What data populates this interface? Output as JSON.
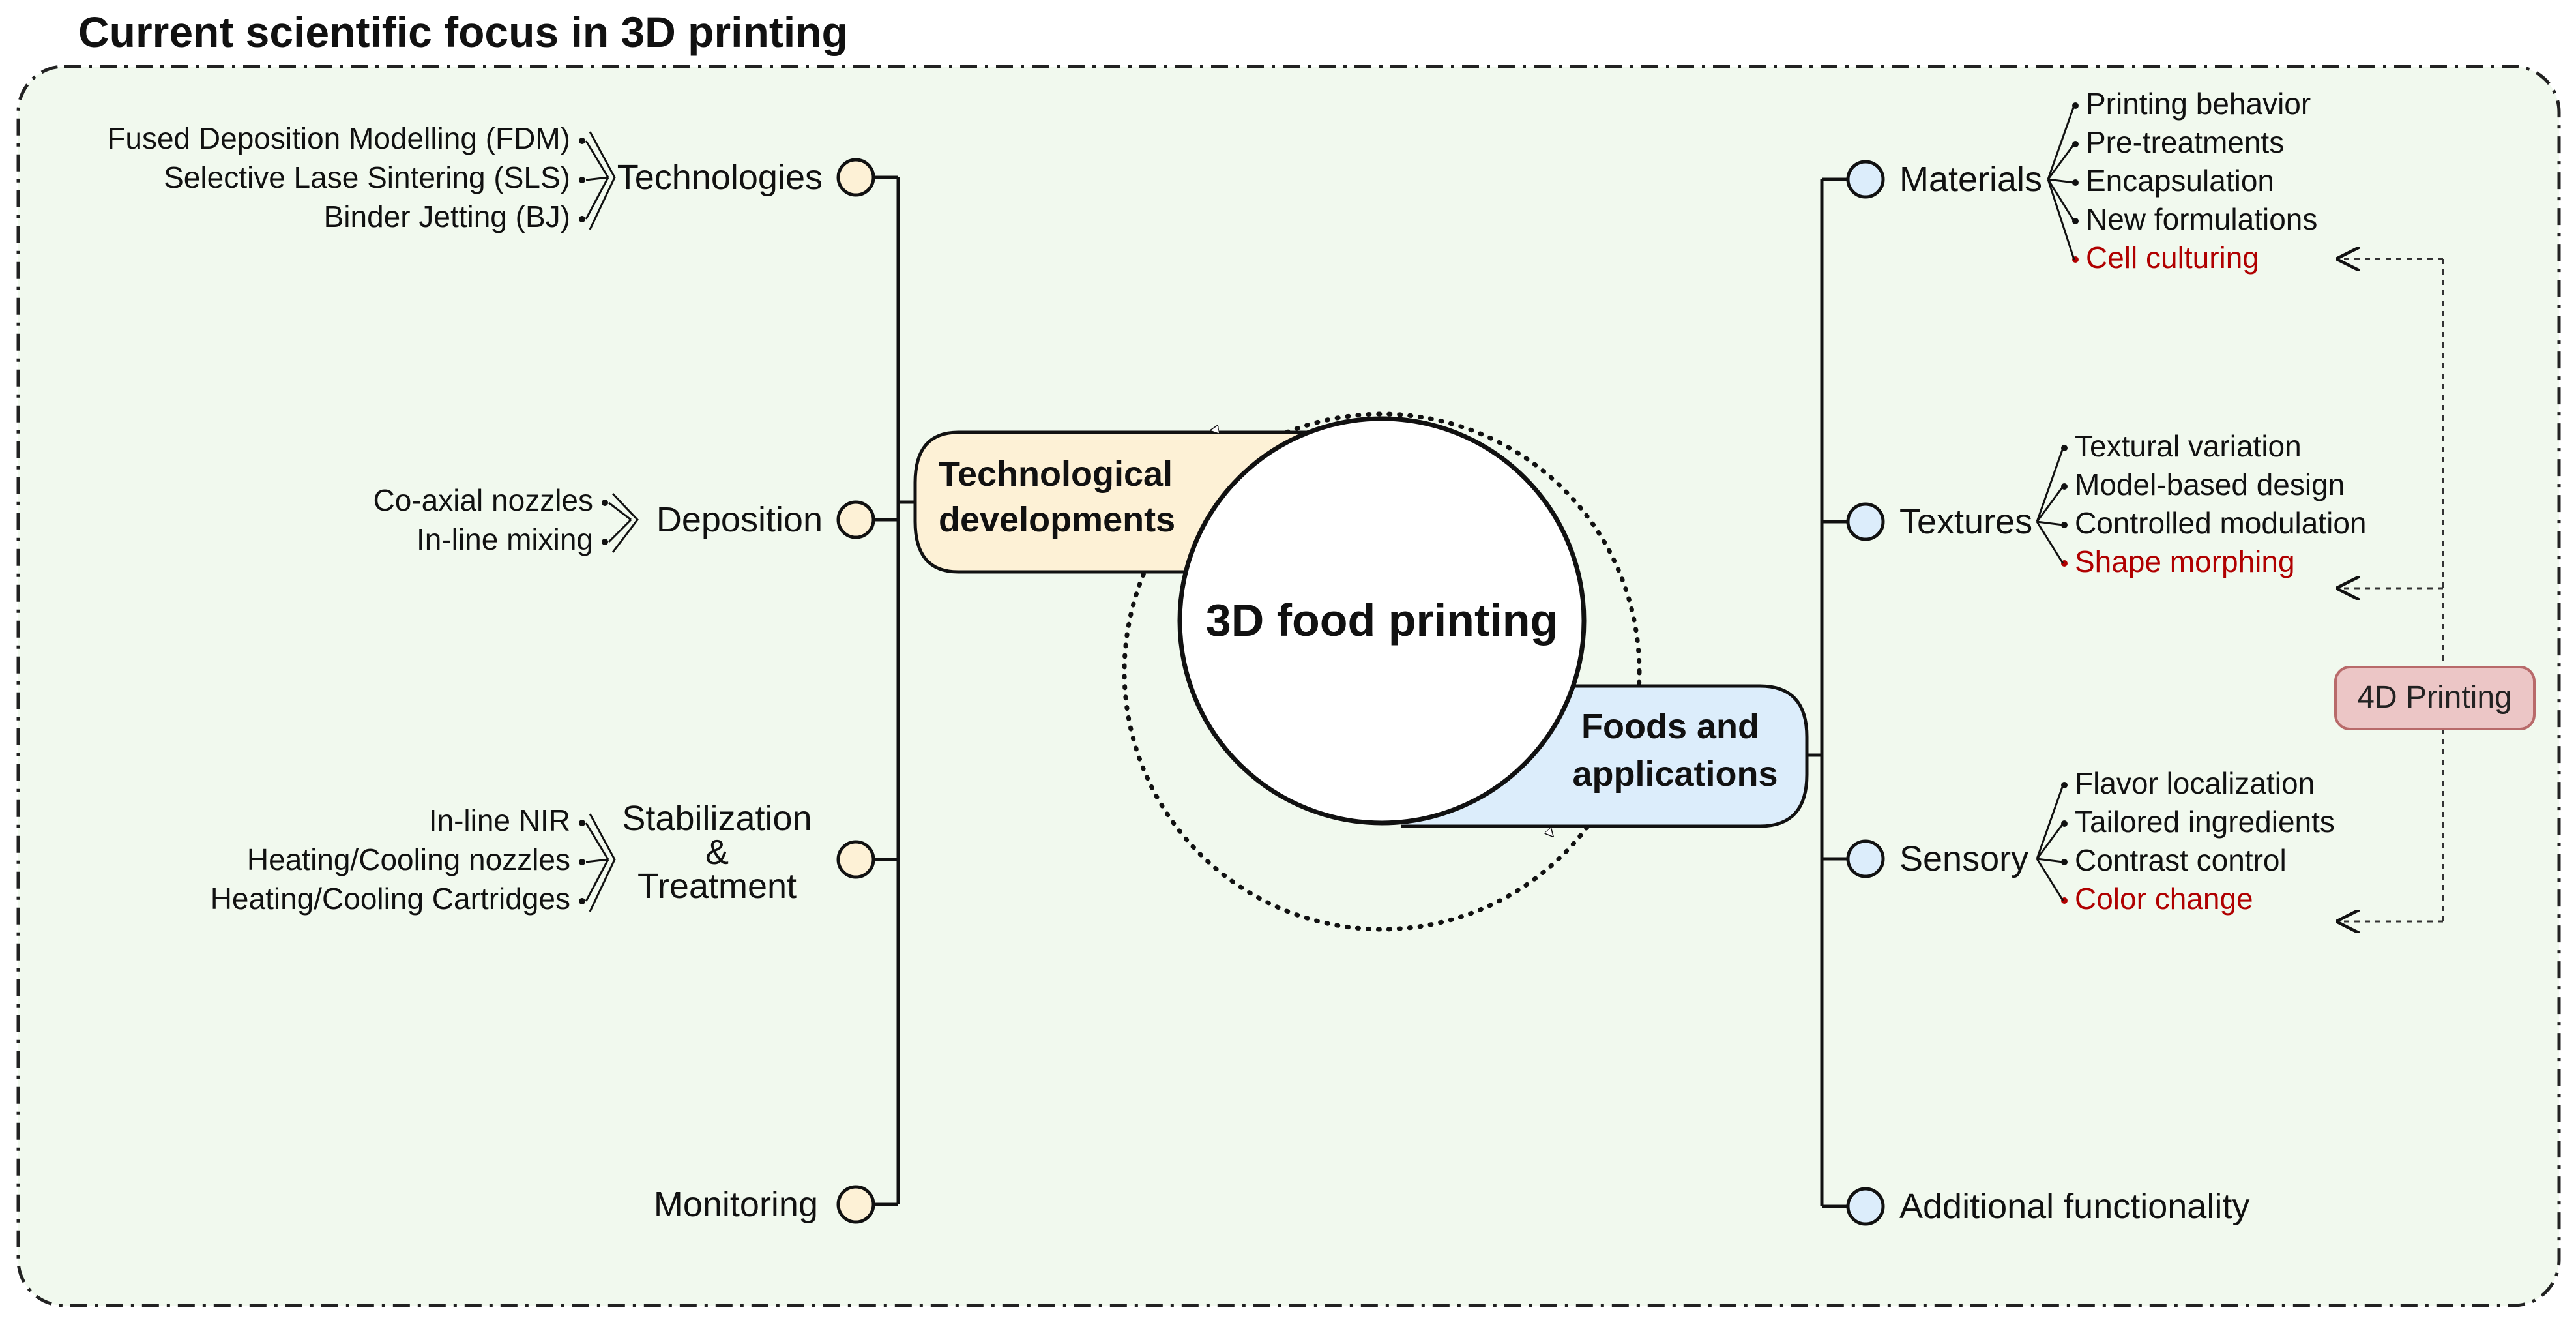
{
  "title": "Current scientific focus in 3D printing",
  "center": {
    "label": "3D food printing",
    "left_tab": [
      "Technological",
      "developments"
    ],
    "right_tab": [
      "Foods and",
      "applications"
    ]
  },
  "left_branches": [
    {
      "label": [
        "Technologies"
      ],
      "items": [
        "Fused Deposition Modelling (FDM)",
        "Selective Lase Sintering (SLS)",
        "Binder Jetting (BJ)"
      ]
    },
    {
      "label": [
        "Deposition"
      ],
      "items": [
        "Co-axial nozzles",
        "In-line mixing"
      ]
    },
    {
      "label": [
        "Stabilization",
        "&",
        "Treatment"
      ],
      "items": [
        "In-line NIR",
        "Heating/Cooling nozzles",
        "Heating/Cooling Cartridges"
      ]
    },
    {
      "label": [
        "Monitoring"
      ],
      "items": []
    }
  ],
  "right_branches": [
    {
      "label": "Materials",
      "items": [
        "Printing behavior",
        "Pre-treatments",
        "Encapsulation",
        "New formulations",
        "Cell culturing"
      ],
      "highlight": [
        4
      ]
    },
    {
      "label": "Textures",
      "items": [
        "Textural variation",
        "Model-based design",
        "Controlled modulation",
        "Shape morphing"
      ],
      "highlight": [
        3
      ]
    },
    {
      "label": "Sensory",
      "items": [
        "Flavor localization",
        "Tailored ingredients",
        "Contrast control",
        "Color change"
      ],
      "highlight": [
        3
      ]
    },
    {
      "label": "Additional functionality",
      "items": [],
      "highlight": []
    }
  ],
  "side_box": {
    "label": "4D Printing"
  },
  "colors": {
    "background": "#f1f9ee",
    "left_accent": "#fdf1d6",
    "right_accent": "#dcedfb",
    "highlight_text": "#b00000",
    "side_box_fill": "#ecc6c6",
    "side_box_stroke": "#b86a6a",
    "line": "#111111"
  }
}
